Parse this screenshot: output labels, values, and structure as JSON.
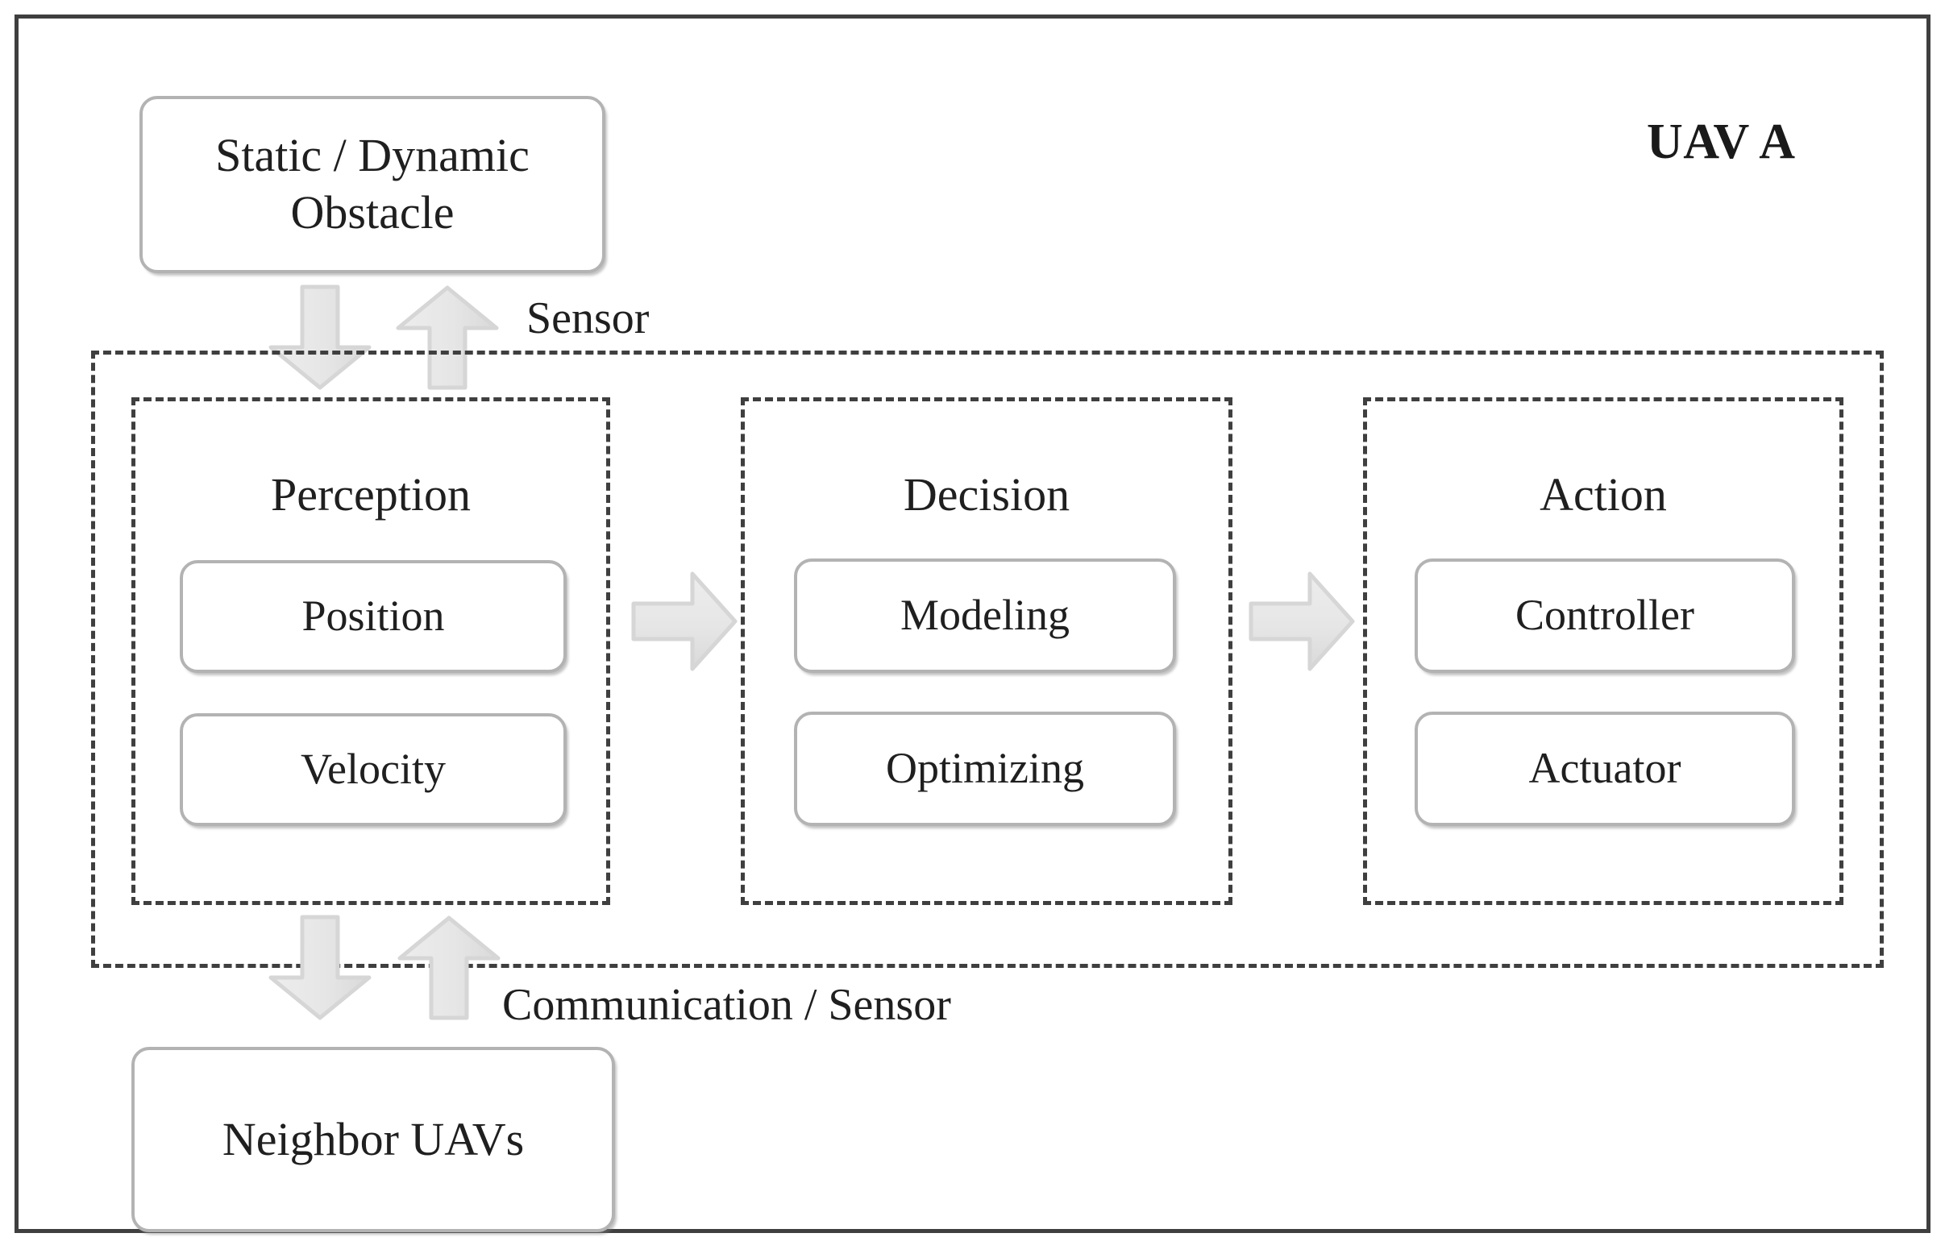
{
  "diagram": {
    "title": "UAV A",
    "external_nodes": [
      {
        "id": "obstacle",
        "label": "Static / Dynamic\nObstacle"
      },
      {
        "id": "neighbor",
        "label": "Neighbor UAVs"
      }
    ],
    "edge_labels": {
      "top": "Sensor",
      "bottom": "Communication / Sensor"
    },
    "stages": [
      {
        "id": "perception",
        "title": "Perception",
        "items": [
          {
            "id": "position",
            "label": "Position"
          },
          {
            "id": "velocity",
            "label": "Velocity"
          }
        ]
      },
      {
        "id": "decision",
        "title": "Decision",
        "items": [
          {
            "id": "modeling",
            "label": "Modeling"
          },
          {
            "id": "optimizing",
            "label": "Optimizing"
          }
        ]
      },
      {
        "id": "action",
        "title": "Action",
        "items": [
          {
            "id": "controller",
            "label": "Controller"
          },
          {
            "id": "actuator",
            "label": "Actuator"
          }
        ]
      }
    ],
    "arrows": [
      {
        "id": "obstacle-down",
        "direction": "down",
        "semantic": "obstacle-to-perception"
      },
      {
        "id": "obstacle-up",
        "direction": "up",
        "semantic": "perception-to-obstacle"
      },
      {
        "id": "perception-to-decision",
        "direction": "right",
        "semantic": "perception-to-decision"
      },
      {
        "id": "decision-to-action",
        "direction": "right",
        "semantic": "decision-to-action"
      },
      {
        "id": "neighbor-down",
        "direction": "down",
        "semantic": "perception-to-neighbor"
      },
      {
        "id": "neighbor-up",
        "direction": "up",
        "semantic": "neighbor-to-perception"
      }
    ],
    "colors": {
      "frame": "#3f3f3f",
      "dashed": "#3f3f3f",
      "box_border": "#b3b3b3",
      "arrow_fill": "#e2e2e2",
      "arrow_stroke": "#d2d2d2",
      "text": "#1f1f1f",
      "background": "#ffffff"
    }
  }
}
